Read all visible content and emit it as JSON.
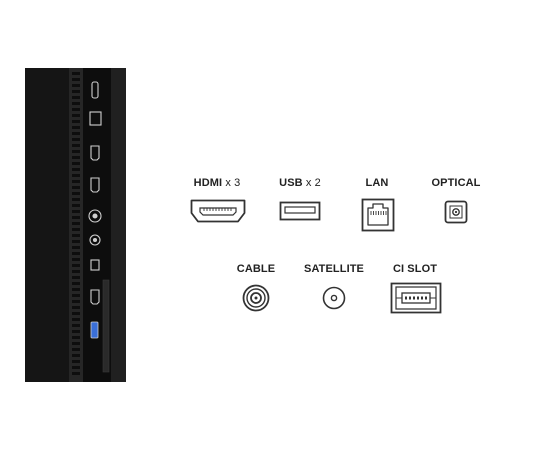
{
  "connectors": {
    "hdmi": {
      "label": "HDMI",
      "multiplier": "x 3",
      "icon": "hdmi-port-icon"
    },
    "usb": {
      "label": "USB",
      "multiplier": "x 2",
      "icon": "usb-port-icon"
    },
    "lan": {
      "label": "LAN",
      "icon": "ethernet-port-icon"
    },
    "optical": {
      "label": "OPTICAL",
      "icon": "optical-port-icon"
    },
    "cable": {
      "label": "CABLE",
      "icon": "coaxial-port-icon"
    },
    "satellite": {
      "label": "SATELLITE",
      "icon": "satellite-port-icon"
    },
    "ci_slot": {
      "label": "CI SLOT",
      "icon": "ci-slot-icon"
    }
  },
  "panel": {
    "image": "tv-side-panel-photo"
  },
  "colors": {
    "background": "#ffffff",
    "panel": "#1c1c1c",
    "icon_stroke": "#333333",
    "label_text": "#222222",
    "usb_accent": "#3a6fd8"
  }
}
